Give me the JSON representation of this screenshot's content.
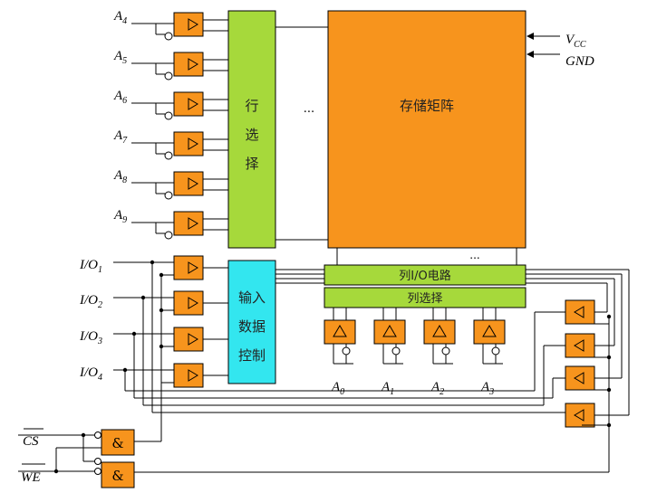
{
  "row_address": [
    {
      "base": "A",
      "sub": "4"
    },
    {
      "base": "A",
      "sub": "5"
    },
    {
      "base": "A",
      "sub": "6"
    },
    {
      "base": "A",
      "sub": "7"
    },
    {
      "base": "A",
      "sub": "8"
    },
    {
      "base": "A",
      "sub": "9"
    }
  ],
  "col_address": [
    {
      "base": "A",
      "sub": "0"
    },
    {
      "base": "A",
      "sub": "1"
    },
    {
      "base": "A",
      "sub": "2"
    },
    {
      "base": "A",
      "sub": "3"
    }
  ],
  "io": [
    {
      "base": "I/O",
      "sub": "1"
    },
    {
      "base": "I/O",
      "sub": "2"
    },
    {
      "base": "I/O",
      "sub": "3"
    },
    {
      "base": "I/O",
      "sub": "4"
    }
  ],
  "power": {
    "vcc_base": "V",
    "vcc_sub": "CC",
    "gnd": "GND"
  },
  "row_select": [
    "行",
    "选",
    "择"
  ],
  "memory_array": "存储矩阵",
  "col_io": "列I/O电路",
  "col_select": "列选择",
  "input_data_ctrl": [
    "输入",
    "数据",
    "控制"
  ],
  "ellipsis": "...",
  "cs": "CS",
  "we": "WE",
  "and_symbol": "&",
  "colors": {
    "buffer": "#f7941d",
    "green": "#a6d93b",
    "cyan": "#33e6ef",
    "memory": "#f7941d"
  }
}
